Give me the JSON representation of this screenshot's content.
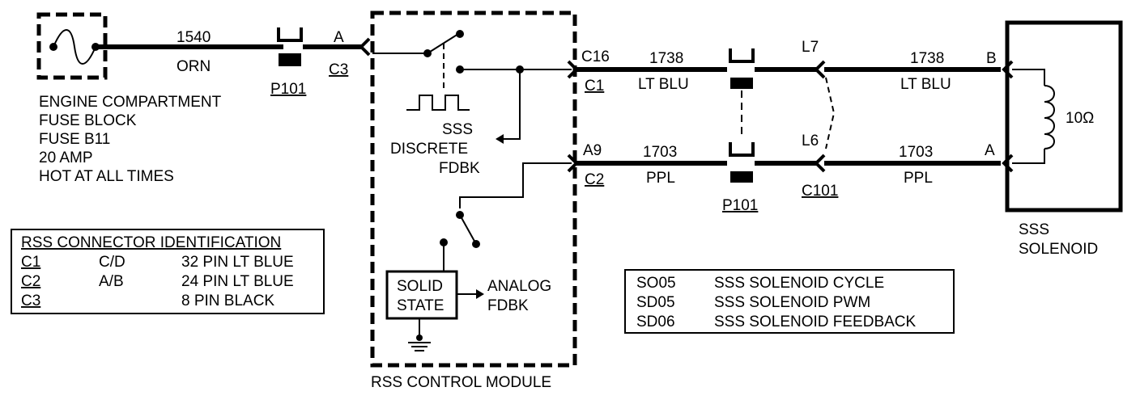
{
  "fuse_block": {
    "lines": [
      "ENGINE COMPARTMENT",
      "FUSE BLOCK",
      "FUSE B11",
      "20 AMP",
      "HOT AT ALL TIMES"
    ]
  },
  "wire_feed": {
    "circuit": "1540",
    "color": "ORN"
  },
  "connector_p101_top": "P101",
  "pin_a_left": "A",
  "conn_c3": "C3",
  "rss_module": {
    "name": "RSS CONTROL MODULE",
    "discrete_fdbk": [
      "SSS",
      "DISCRETE",
      "FDBK"
    ],
    "analog_fdbk": [
      "ANALOG",
      "FDBK"
    ],
    "solid_state": [
      "SOLID",
      "STATE"
    ]
  },
  "upper_circuit": {
    "pin": "C16",
    "conn": "C1",
    "circuit": "1738",
    "color": "LT BLU",
    "inline_pin": "L7",
    "circuit_right": "1738",
    "color_right": "LT BLU",
    "solenoid_pin": "B"
  },
  "lower_circuit": {
    "pin": "A9",
    "conn": "C2",
    "circuit": "1703",
    "color": "PPL",
    "inline_pin": "L6",
    "inline_conn": "C101",
    "inline_p101": "P101",
    "circuit_right": "1703",
    "color_right": "PPL",
    "solenoid_pin": "A"
  },
  "solenoid": {
    "resistance": "10Ω",
    "label": [
      "SSS",
      "SOLENOID"
    ]
  },
  "rss_connector_table": {
    "header": "RSS CONNECTOR IDENTIFICATION",
    "rows": [
      {
        "conn": "C1",
        "type": "C/D",
        "desc": "32 PIN LT BLUE"
      },
      {
        "conn": "C2",
        "type": "A/B",
        "desc": "24 PIN LT BLUE"
      },
      {
        "conn": "C3",
        "type": "",
        "desc": "8 PIN BLACK"
      }
    ]
  },
  "code_table": {
    "rows": [
      {
        "code": "SO05",
        "desc": "SSS SOLENOID CYCLE"
      },
      {
        "code": "SD05",
        "desc": "SSS SOLENOID PWM"
      },
      {
        "code": "SD06",
        "desc": "SSS SOLENOID FEEDBACK"
      }
    ]
  }
}
